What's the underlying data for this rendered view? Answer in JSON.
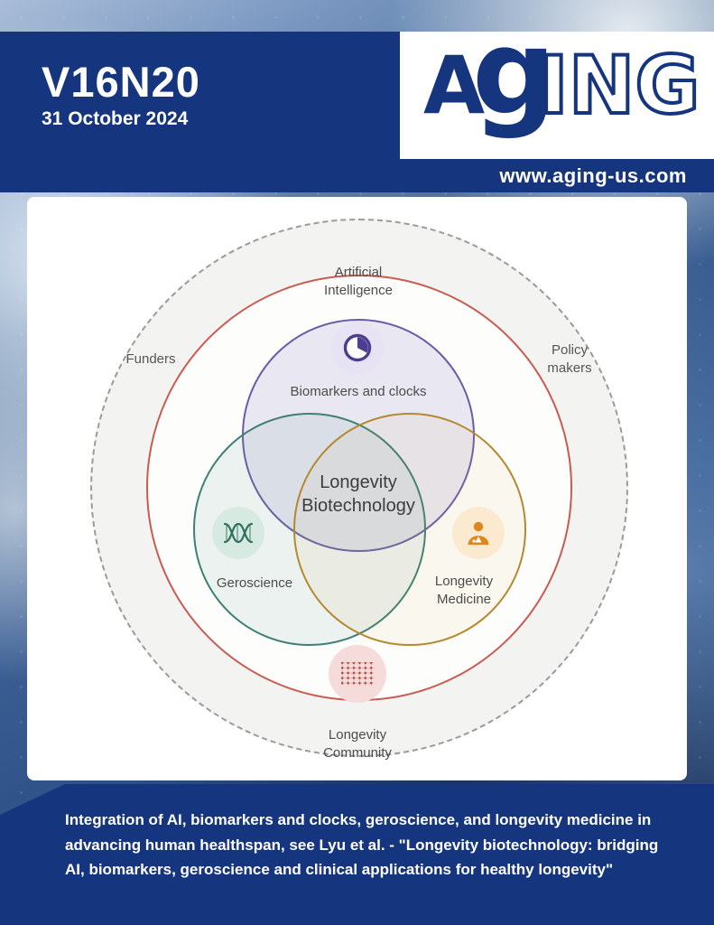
{
  "header": {
    "issue": "V16N20",
    "date": "31 October 2024",
    "logo": {
      "a": "A",
      "g": "g",
      "ing": "ING"
    },
    "website": "www.aging-us.com"
  },
  "colors": {
    "navy": "#16357f",
    "outer_dashed_ring": "#9b9b9b",
    "stakeholder_ring": "#c95b51",
    "ai_circle": "#6c5ca8",
    "geroscience_circle": "#3f7f74",
    "longevity_medicine_circle": "#b5892f",
    "community_accent": "#b2433c"
  },
  "diagram": {
    "center": "Longevity Biotechnology",
    "outer_labels": {
      "funders": "Funders",
      "policy_makers": "Policy makers"
    },
    "ai": {
      "label": "Artificial Intelligence",
      "sublabel": "Biomarkers and clocks",
      "icon": "clock-icon"
    },
    "geroscience": {
      "label": "Geroscience",
      "icon": "dna-icon"
    },
    "longevity_medicine": {
      "label": "Longevity Medicine",
      "icon": "doctor-icon"
    },
    "community": {
      "label": "Longevity Community",
      "icon": "community-network-icon"
    }
  },
  "caption": "Integration of AI, biomarkers and clocks, geroscience, and longevity medicine in advancing human healthspan, see Lyu et al. - \"Longevity biotechnology: bridging AI, biomarkers, geroscience and clinical applications for healthy longevity\""
}
